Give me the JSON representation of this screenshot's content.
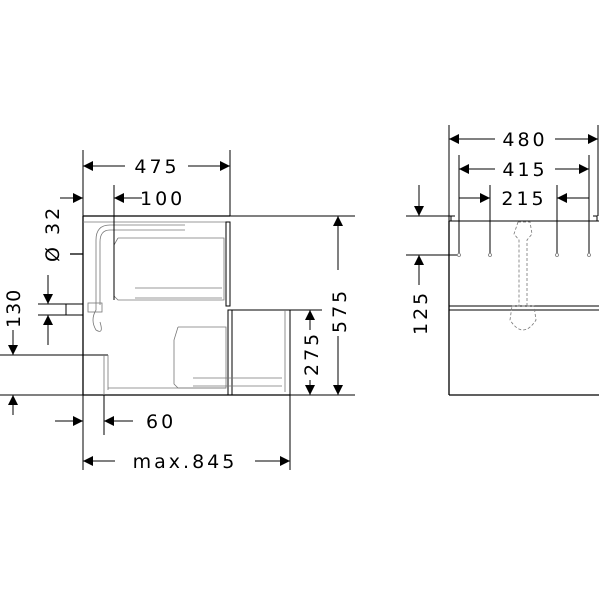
{
  "side_view": {
    "depth": "475",
    "offset_100": "100",
    "drain_diameter": "Ø 32",
    "drain_height": "130",
    "offset_60": "60",
    "max_depth": "max.845",
    "drawer_height": "275",
    "total_height": "575"
  },
  "front_view": {
    "width": "480",
    "hole_spacing_outer": "415",
    "hole_spacing_inner": "215",
    "hole_offset": "125"
  }
}
